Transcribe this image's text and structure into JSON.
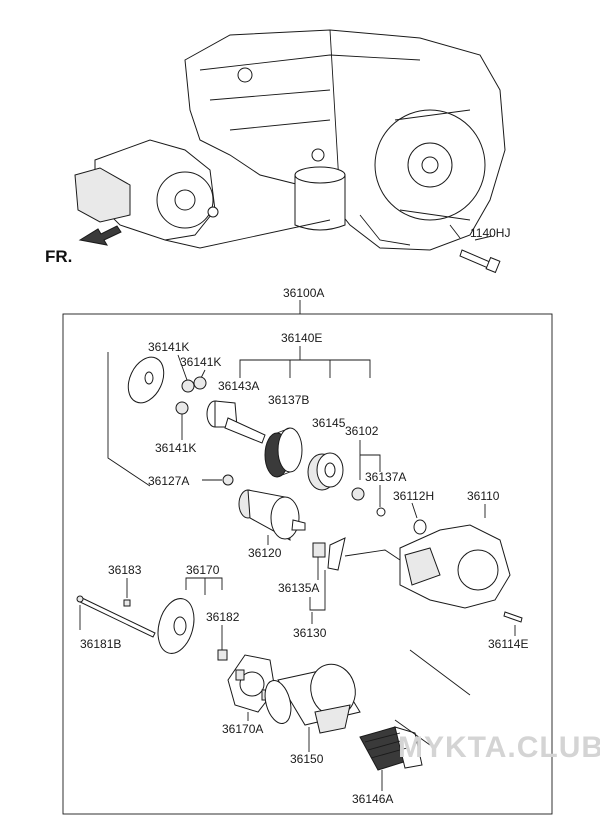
{
  "direction_label": "FR.",
  "watermark": "MYKTA.CLUB",
  "callouts": {
    "p1140HJ": "1140HJ",
    "p36100A": "36100A",
    "p36140E": "36140E",
    "p36141K_a": "36141K",
    "p36141K_b": "36141K",
    "p36141K_c": "36141K",
    "p36143A": "36143A",
    "p36137B": "36137B",
    "p36145": "36145",
    "p36102": "36102",
    "p36127A": "36127A",
    "p36137A": "36137A",
    "p36112H": "36112H",
    "p36110": "36110",
    "p36120": "36120",
    "p36135A": "36135A",
    "p36130": "36130",
    "p36183": "36183",
    "p36170": "36170",
    "p36182": "36182",
    "p36181B": "36181B",
    "p36114E": "36114E",
    "p36170A": "36170A",
    "p36150": "36150",
    "p36146A": "36146A"
  }
}
